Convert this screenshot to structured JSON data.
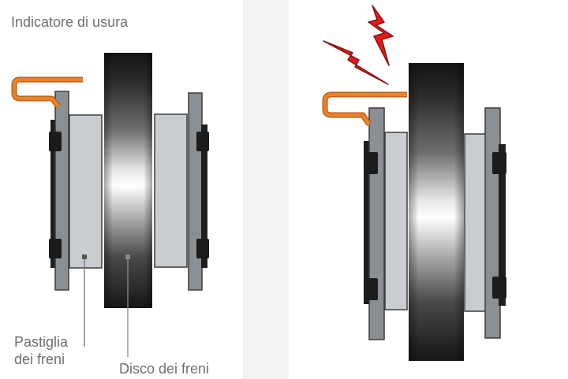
{
  "labels": {
    "wear_indicator": "Indicatore di usura",
    "brake_pad": "Pastiglia\ndei freni",
    "brake_disc": "Disco dei freni"
  },
  "colors": {
    "background_left": "#ffffff",
    "background_right": "#ffffff",
    "separator": "#f2f2f2",
    "label_text": "#6f6f6f",
    "wear_indicator": "#e8822c",
    "wear_indicator_outline": "#b45a14",
    "backing_plate": "#8a8f94",
    "pad_friction": "#c9cdd1",
    "pin": "#1c1c1c",
    "warning_spark": "#e21b1b"
  },
  "icons": [
    "warning-spark-icon"
  ]
}
